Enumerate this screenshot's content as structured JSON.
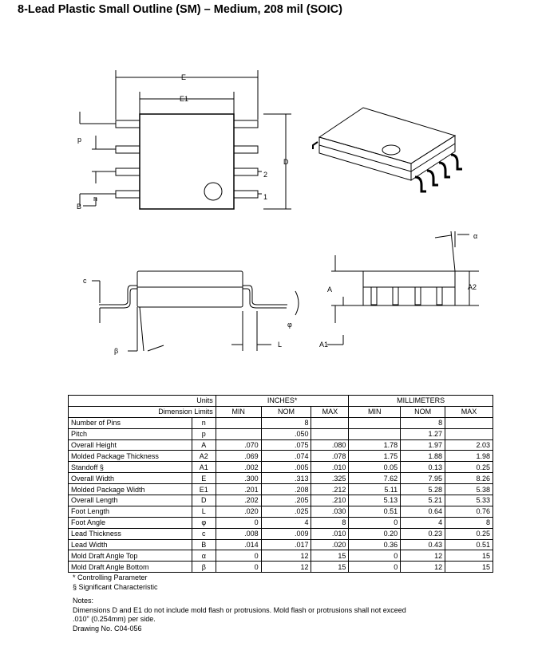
{
  "title": "8-Lead Plastic Small Outline (SM) – Medium, 208 mil (SOIC)",
  "diagram_labels": {
    "E": "E",
    "E1": "E1",
    "D": "D",
    "p": "p",
    "B": "B",
    "n": "n",
    "pin2": "2",
    "pin1": "1",
    "c": "c",
    "beta": "β",
    "phi": "φ",
    "L": "L",
    "alpha": "α",
    "A": "A",
    "A2": "A2",
    "A1": "A1"
  },
  "table": {
    "units_label": "Units",
    "inches_label": "INCHES*",
    "mm_label": "MILLIMETERS",
    "limits_label": "Dimension Limits",
    "min": "MIN",
    "nom": "NOM",
    "max": "MAX",
    "rows": [
      {
        "name": "Number of Pins",
        "sym": "n",
        "imin": "",
        "inom": "8",
        "imax": "",
        "mmin": "",
        "mnom": "8",
        "mmax": ""
      },
      {
        "name": "Pitch",
        "sym": "p",
        "imin": "",
        "inom": ".050",
        "imax": "",
        "mmin": "",
        "mnom": "1.27",
        "mmax": ""
      },
      {
        "name": "Overall Height",
        "sym": "A",
        "imin": ".070",
        "inom": ".075",
        "imax": ".080",
        "mmin": "1.78",
        "mnom": "1.97",
        "mmax": "2.03"
      },
      {
        "name": "Molded Package Thickness",
        "sym": "A2",
        "imin": ".069",
        "inom": ".074",
        "imax": ".078",
        "mmin": "1.75",
        "mnom": "1.88",
        "mmax": "1.98"
      },
      {
        "name": "Standoff   §",
        "sym": "A1",
        "imin": ".002",
        "inom": ".005",
        "imax": ".010",
        "mmin": "0.05",
        "mnom": "0.13",
        "mmax": "0.25"
      },
      {
        "name": "Overall Width",
        "sym": "E",
        "imin": ".300",
        "inom": ".313",
        "imax": ".325",
        "mmin": "7.62",
        "mnom": "7.95",
        "mmax": "8.26"
      },
      {
        "name": "Molded Package Width",
        "sym": "E1",
        "imin": ".201",
        "inom": ".208",
        "imax": ".212",
        "mmin": "5.11",
        "mnom": "5.28",
        "mmax": "5.38"
      },
      {
        "name": "Overall Length",
        "sym": "D",
        "imin": ".202",
        "inom": ".205",
        "imax": ".210",
        "mmin": "5.13",
        "mnom": "5.21",
        "mmax": "5.33"
      },
      {
        "name": "Foot Length",
        "sym": "L",
        "imin": ".020",
        "inom": ".025",
        "imax": ".030",
        "mmin": "0.51",
        "mnom": "0.64",
        "mmax": "0.76"
      },
      {
        "name": "Foot Angle",
        "sym": "φ",
        "imin": "0",
        "inom": "4",
        "imax": "8",
        "mmin": "0",
        "mnom": "4",
        "mmax": "8"
      },
      {
        "name": "Lead Thickness",
        "sym": "c",
        "imin": ".008",
        "inom": ".009",
        "imax": ".010",
        "mmin": "0.20",
        "mnom": "0.23",
        "mmax": "0.25"
      },
      {
        "name": "Lead Width",
        "sym": "B",
        "imin": ".014",
        "inom": ".017",
        "imax": ".020",
        "mmin": "0.36",
        "mnom": "0.43",
        "mmax": "0.51"
      },
      {
        "name": "Mold Draft Angle Top",
        "sym": "α",
        "imin": "0",
        "inom": "12",
        "imax": "15",
        "mmin": "0",
        "mnom": "12",
        "mmax": "15"
      },
      {
        "name": "Mold Draft Angle Bottom",
        "sym": "β",
        "imin": "0",
        "inom": "12",
        "imax": "15",
        "mmin": "0",
        "mnom": "12",
        "mmax": "15"
      }
    ]
  },
  "notes": {
    "controlling": "* Controlling Parameter",
    "significant": "§ Significant Characteristic",
    "heading": "Notes:",
    "line1": "Dimensions D and E1 do not include mold flash or protrusions. Mold flash or protrusions shall not exceed",
    "line2": ".010\" (0.254mm) per side.",
    "drawing": "Drawing No. C04-056"
  }
}
